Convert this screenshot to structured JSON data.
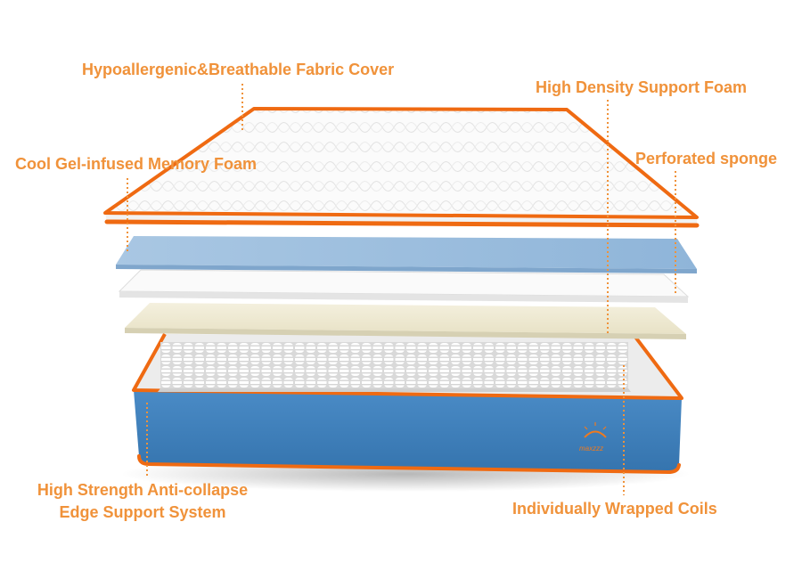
{
  "labels": {
    "fabric_cover": "Hypoallergenic&Breathable Fabric Cover",
    "support_foam": "High Density Support Foam",
    "gel_foam": "Cool Gel-infused Memory Foam",
    "perforated_sponge": "Perforated sponge",
    "edge_support_line1": "High Strength Anti-collapse",
    "edge_support_line2": "Edge Support System",
    "coils": "Individually Wrapped Coils"
  },
  "logo": {
    "text": "maxzzz"
  },
  "colors": {
    "label_orange": "#f0923a",
    "piping_orange": "#ef6a12",
    "cover_white": "#ffffff",
    "gel_blue": "#9fc1e0",
    "base_blue": "#3f80bd",
    "support_cream": "#f2eedb"
  }
}
